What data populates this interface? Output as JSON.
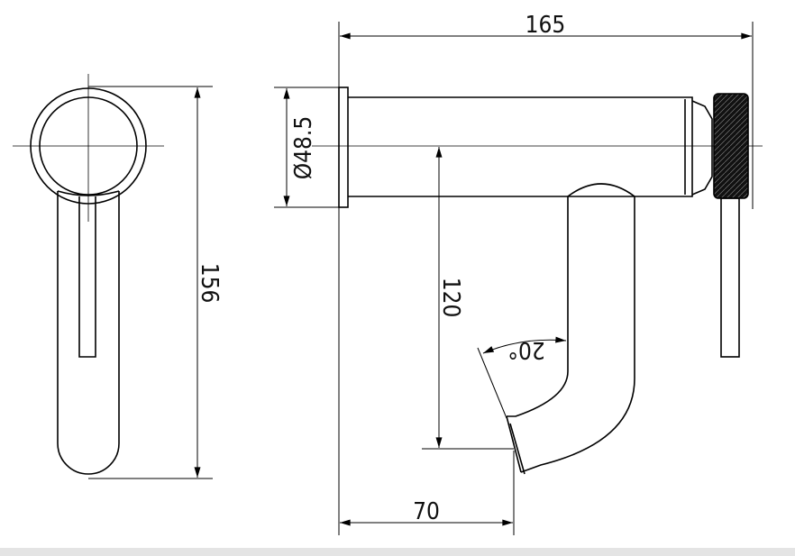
{
  "dimensions": {
    "overall_length": "165",
    "body_diameter": "Ø48.5",
    "handle_height": "156",
    "spout_drop": "120",
    "spout_reach": "70",
    "outlet_angle": "20°"
  }
}
